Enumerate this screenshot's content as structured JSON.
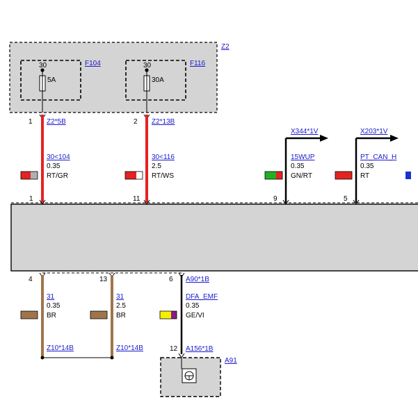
{
  "colors": {
    "red": "#e52222",
    "grey_box": "#d4d4d4",
    "brown": "#a0744a",
    "black": "#000000",
    "green": "#22b022",
    "yellow": "#f5f000",
    "violet": "#8a1a8a",
    "blue": "#1a33cc",
    "link": "#1a1acc",
    "white": "#ffffff"
  },
  "components": {
    "z2": {
      "label": "Z2"
    },
    "a91": {
      "label": "A91"
    },
    "fuse_f104": {
      "label": "F104",
      "pin": "30",
      "rating": "5A"
    },
    "fuse_f116": {
      "label": "F116",
      "pin": "30",
      "rating": "30A"
    }
  },
  "wires": {
    "w1": {
      "pin_top": "1",
      "connector_top": "Z2*5B",
      "signal": "30<104",
      "gauge": "0.35",
      "color_code": "RT/GR",
      "pin_bottom": "1"
    },
    "w2": {
      "pin_top": "2",
      "connector_top": "Z2*13B",
      "signal": "30<116",
      "gauge": "2.5",
      "color_code": "RT/WS",
      "pin_bottom": "11"
    },
    "w3": {
      "connector_top": "X344*1V",
      "signal": "15WUP",
      "gauge": "0.35",
      "color_code": "GN/RT",
      "pin_bottom": "9"
    },
    "w4": {
      "connector_top": "X203*1V",
      "signal": "PT_CAN_H",
      "gauge": "0.35",
      "color_code": "RT",
      "pin_bottom": "5"
    },
    "w5": {
      "pin_top": "4",
      "signal": "31",
      "gauge": "0.35",
      "color_code": "BR",
      "connector_bottom": "Z10*14B"
    },
    "w6": {
      "pin_top": "13",
      "signal": "31",
      "gauge": "2.5",
      "color_code": "BR",
      "connector_bottom": "Z10*14B"
    },
    "w7": {
      "pin_top": "6",
      "connector_top": "A90*1B",
      "signal": "DFA_EMF",
      "gauge": "0.35",
      "color_code": "GE/VI",
      "pin_bottom": "12",
      "connector_bottom": "A156*1B"
    }
  },
  "icons": {
    "sensor": "sensor-symbol-icon",
    "fuse": "fuse-icon",
    "arrow": "arrow-right-icon",
    "swatch": "wire-color-swatch-icon"
  }
}
